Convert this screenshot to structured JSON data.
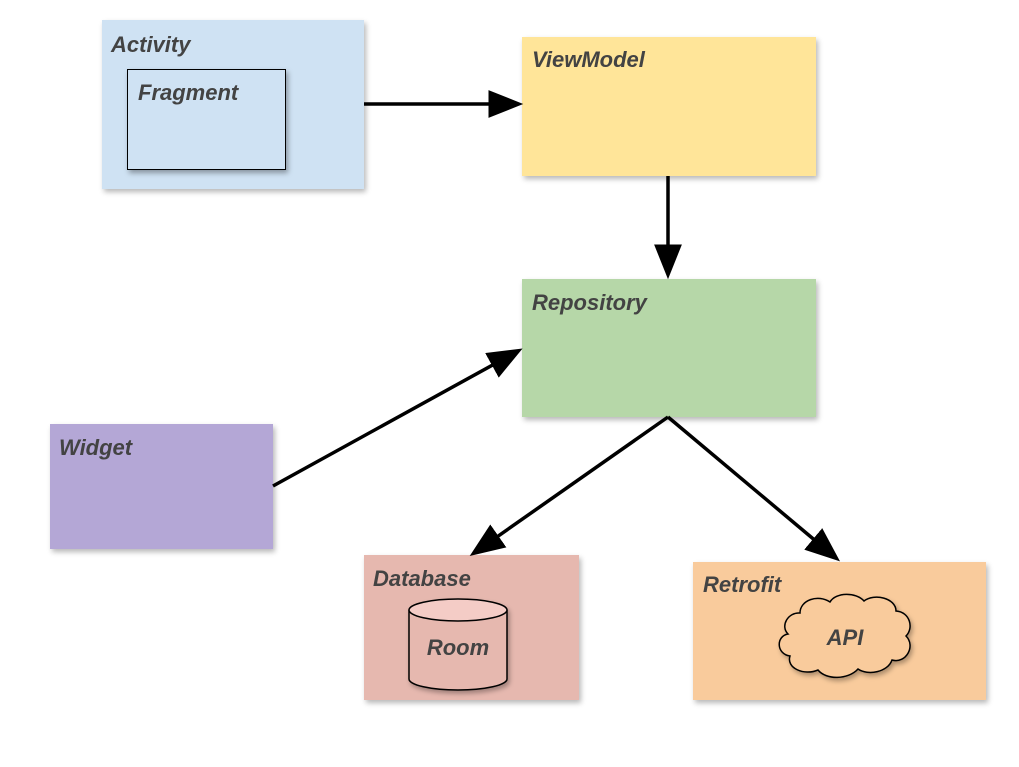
{
  "nodes": {
    "activity": {
      "label": "Activity",
      "color": "#cfe2f3"
    },
    "fragment": {
      "label": "Fragment",
      "color": "#cfe2f3"
    },
    "viewmodel": {
      "label": "ViewModel",
      "color": "#ffe599"
    },
    "repository": {
      "label": "Repository",
      "color": "#b6d7a8"
    },
    "widget": {
      "label": "Widget",
      "color": "#b4a7d6"
    },
    "database": {
      "label": "Database",
      "color": "#e6b8af"
    },
    "room": {
      "label": "Room",
      "shape": "cylinder"
    },
    "retrofit": {
      "label": "Retrofit",
      "color": "#f9cb9c"
    },
    "api": {
      "label": "API",
      "shape": "cloud"
    }
  },
  "edges": [
    {
      "from": "activity",
      "to": "viewmodel"
    },
    {
      "from": "viewmodel",
      "to": "repository"
    },
    {
      "from": "widget",
      "to": "repository"
    },
    {
      "from": "repository",
      "to": "database"
    },
    {
      "from": "repository",
      "to": "retrofit"
    }
  ]
}
